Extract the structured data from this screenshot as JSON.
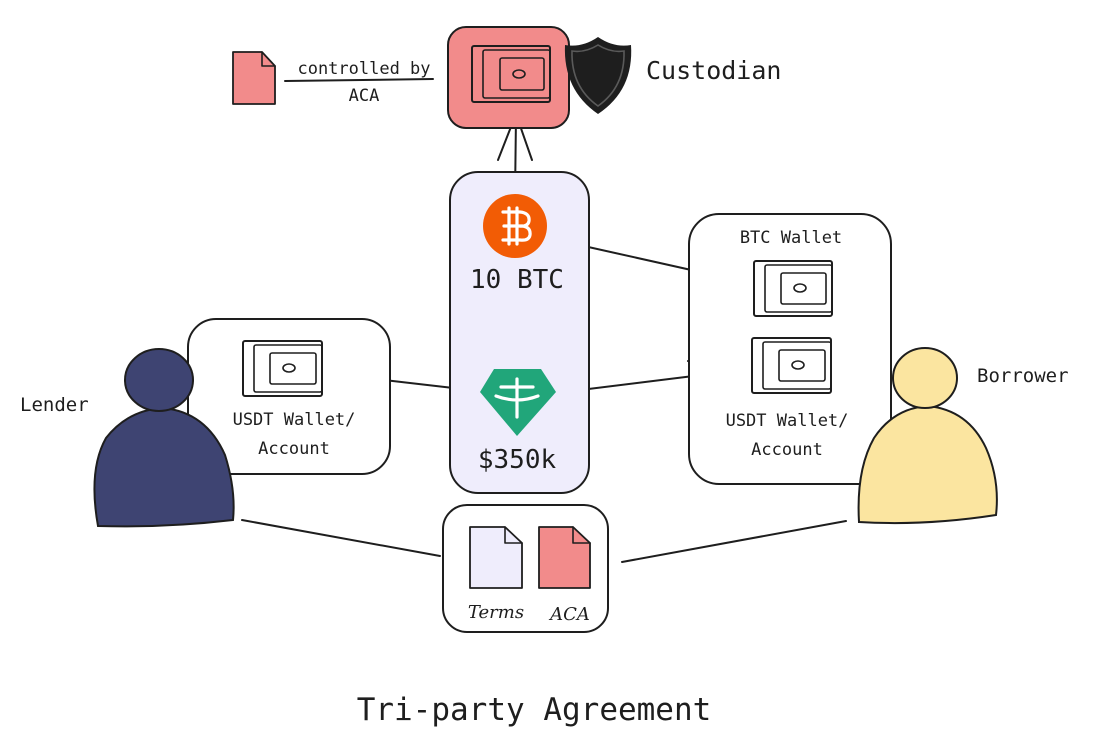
{
  "diagram": {
    "title": "Tri-party Agreement",
    "custodian": {
      "label": "Custodian"
    },
    "controlled_by": {
      "line1": "controlled by",
      "line2": "ACA"
    },
    "escrow": {
      "btc_amount": "10 BTC",
      "usdt_amount": "$350k"
    },
    "lender": {
      "label": "Lender",
      "wallet_line1": "USDT Wallet/",
      "wallet_line2": "Account"
    },
    "borrower": {
      "label": "Borrower",
      "btc_wallet_label": "BTC Wallet",
      "usdt_wallet_line1": "USDT Wallet/",
      "usdt_wallet_line2": "Account"
    },
    "documents": {
      "terms": "Terms",
      "aca": "ACA"
    },
    "colors": {
      "custodian_fill": "#f28b8b",
      "escrow_fill": "#efedfc",
      "bitcoin": "#f25c05",
      "tether": "#21a67a",
      "lender_fill": "#3e4472",
      "borrower_fill": "#fbe5a0",
      "aca_doc": "#f28b8b",
      "terms_doc": "#efedfc"
    },
    "icons": [
      "wallet-icon",
      "shield-icon",
      "bitcoin-icon",
      "tether-icon",
      "document-icon",
      "person-icon"
    ]
  }
}
